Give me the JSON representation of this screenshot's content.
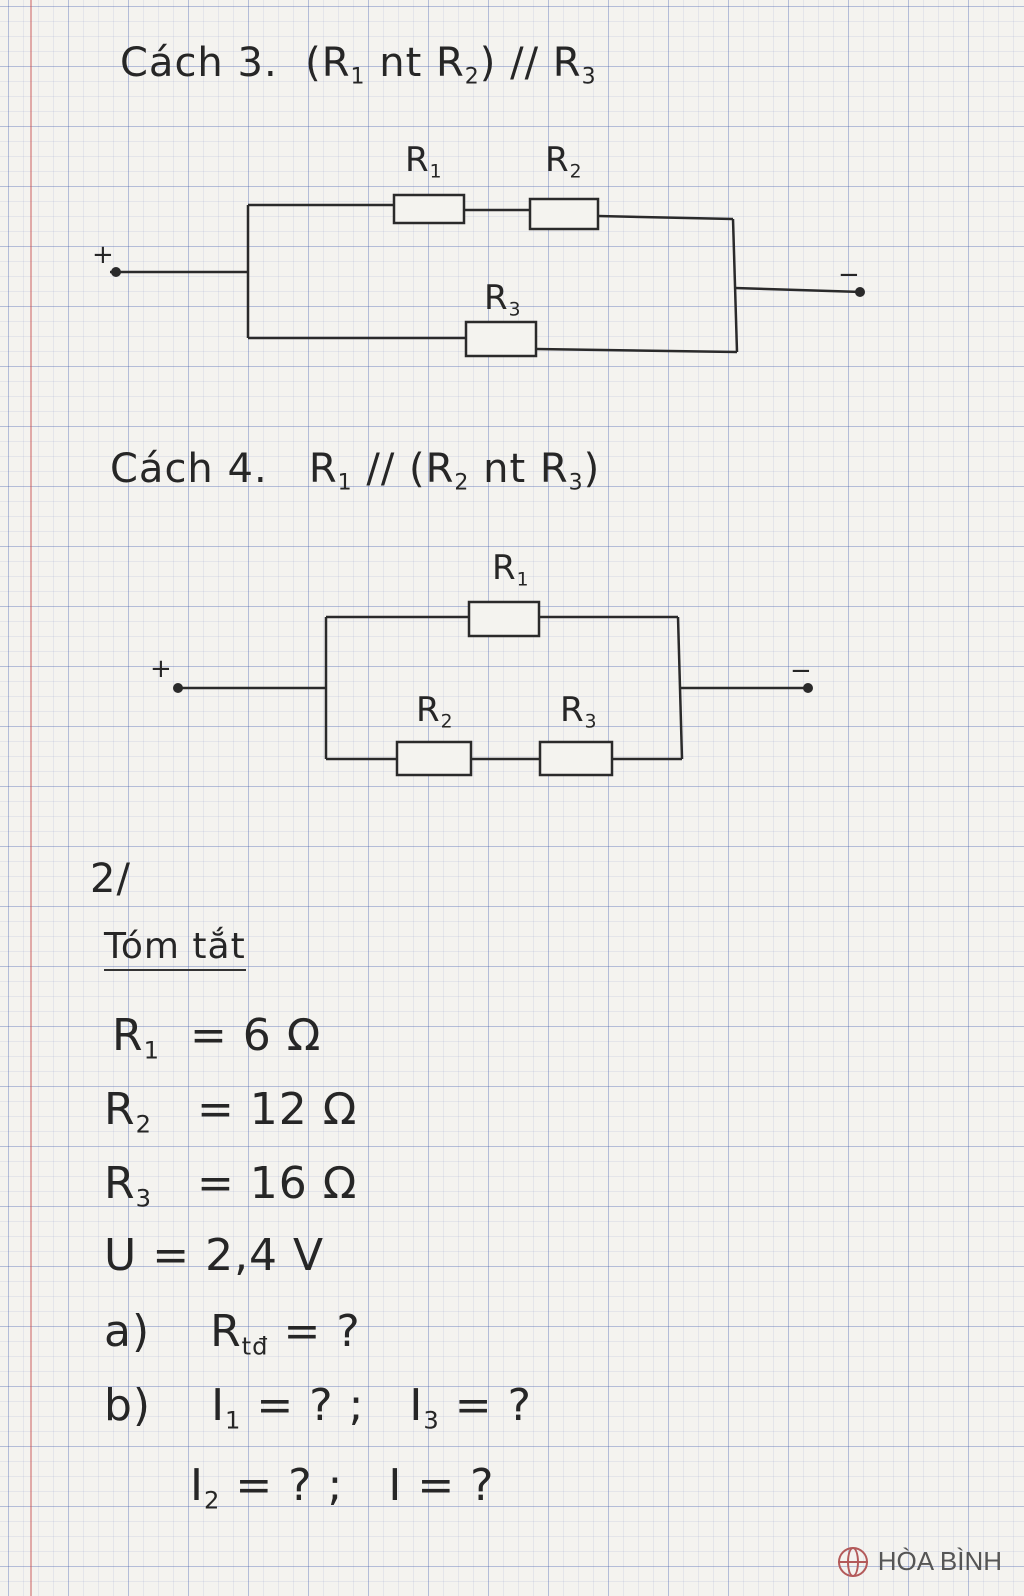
{
  "cach3": {
    "heading_lbl": "Cách 3.",
    "formula_open": "(R",
    "formula_sub1": "1",
    "formula_nt": " nt R",
    "formula_sub2": "2",
    "formula_close": ") // R",
    "formula_sub3": "3",
    "r1": "R",
    "r1_sub": "1",
    "r2": "R",
    "r2_sub": "2",
    "r3": "R",
    "r3_sub": "3",
    "plus": "+",
    "minus": "−"
  },
  "cach4": {
    "heading_lbl": "Cách 4.",
    "formula_a": "R",
    "formula_sub1": "1",
    "formula_b": " // (R",
    "formula_sub2": "2",
    "formula_nt": " nt R",
    "formula_sub3": "3",
    "formula_close": ")",
    "r1": "R",
    "r1_sub": "1",
    "r2": "R",
    "r2_sub": "2",
    "r3": "R",
    "r3_sub": "3",
    "plus": "+",
    "minus": "−"
  },
  "part2": {
    "label": "2/",
    "summary_title": "Tóm tắt",
    "given": [
      {
        "sym": "R",
        "sub": "1",
        "val": "= 6 Ω"
      },
      {
        "sym": "R",
        "sub": "2",
        "val": "= 12 Ω"
      },
      {
        "sym": "R",
        "sub": "3",
        "val": "= 16 Ω"
      },
      {
        "sym": "U",
        "sub": "",
        "val": "= 2,4 V"
      }
    ],
    "qa_label": "a)",
    "qa_sym": "R",
    "qa_sub": "tđ",
    "qa_val": " = ?",
    "qb_label": "b)",
    "qb1_sym": "I",
    "qb1_sub": "1",
    "qb1_val": " = ? ;",
    "qb2_sym": "I",
    "qb2_sub": "3",
    "qb2_val": " = ?",
    "qb3_sym": "I",
    "qb3_sub": "2",
    "qb3_val": " = ? ;",
    "qb4_sym": "I",
    "qb4_sub": "",
    "qb4_val": " = ?"
  },
  "brand": {
    "name": "HÒA BÌNH",
    "icon": "globe-icon"
  }
}
